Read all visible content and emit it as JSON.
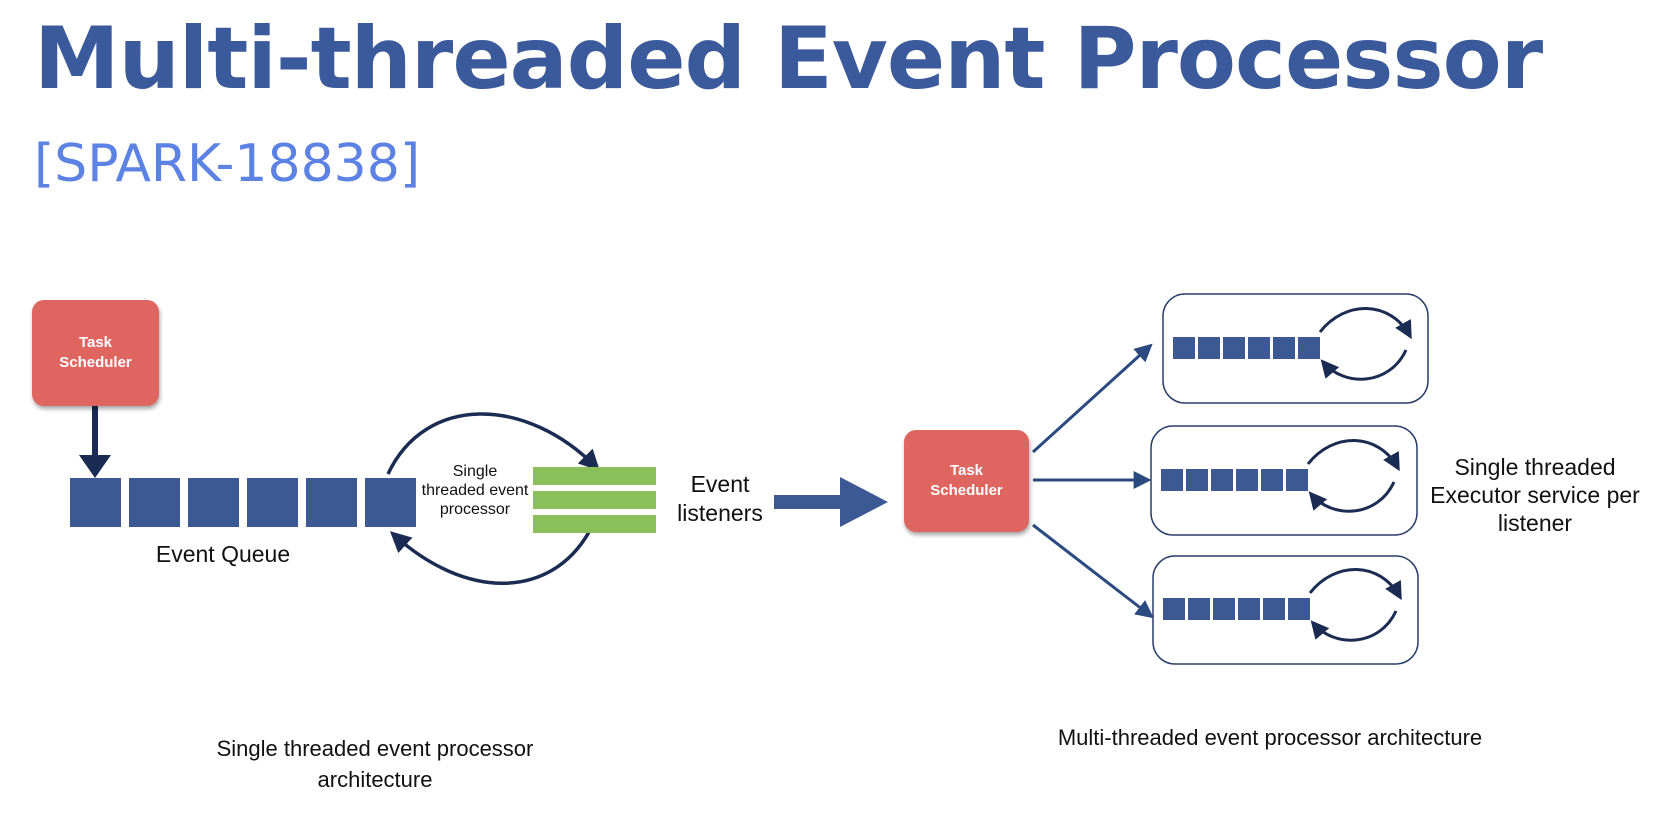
{
  "title": "Multi-threaded Event Processor",
  "subtitle": "[SPARK-18838]",
  "colors": {
    "title": "#3a5a9c",
    "subtitle": "#5c82e3",
    "queue_block": "#3d5994",
    "scheduler": "#df6560",
    "listener_bar": "#8bbf5a",
    "arrow": "#1b2c52",
    "connector": "#2a4a80"
  },
  "single_threaded": {
    "task_scheduler": {
      "line1": "Task",
      "line2": "Scheduler"
    },
    "event_queue_label": "Event Queue",
    "processor_label": "Single threaded event processor",
    "event_listeners_label": "Event listeners",
    "caption": "Single threaded event processor architecture"
  },
  "multi_threaded": {
    "task_scheduler": {
      "line1": "Task",
      "line2": "Scheduler"
    },
    "executor_label": "Single threaded Executor service per listener",
    "caption": "Multi-threaded event processor architecture"
  }
}
